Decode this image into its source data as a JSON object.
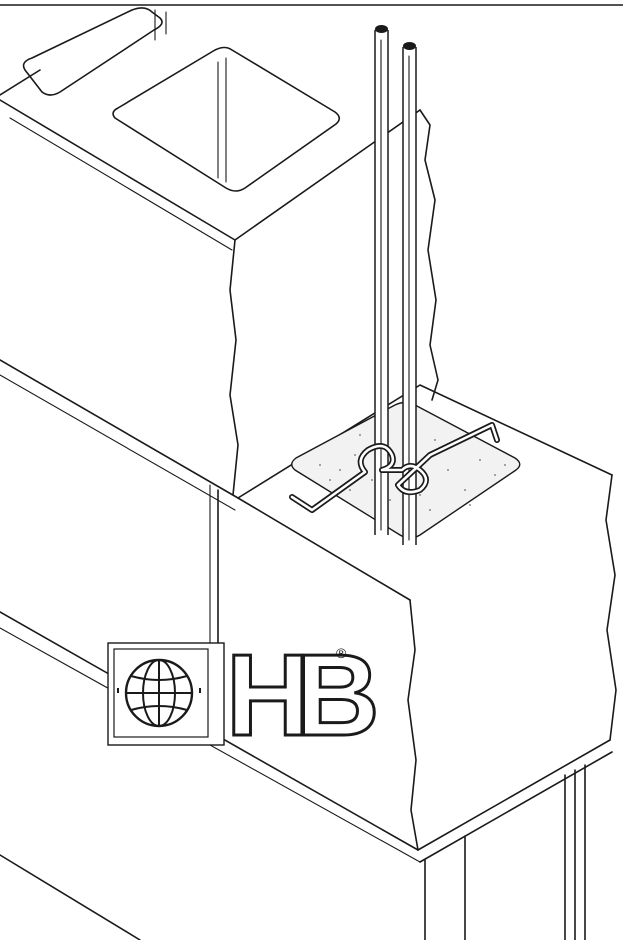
{
  "illustration": {
    "components": [
      "concrete-masonry-block",
      "cell-opening",
      "reinforcing-bar",
      "joint-reinforcement-tie",
      "grout-fill"
    ],
    "rebar_count": 2
  },
  "logo": {
    "text": "HB",
    "registered_mark": "®",
    "emblem": "globe"
  },
  "colors": {
    "ink": "#1a1a1a",
    "background": "#ffffff",
    "grout": "#f2f2f2"
  }
}
